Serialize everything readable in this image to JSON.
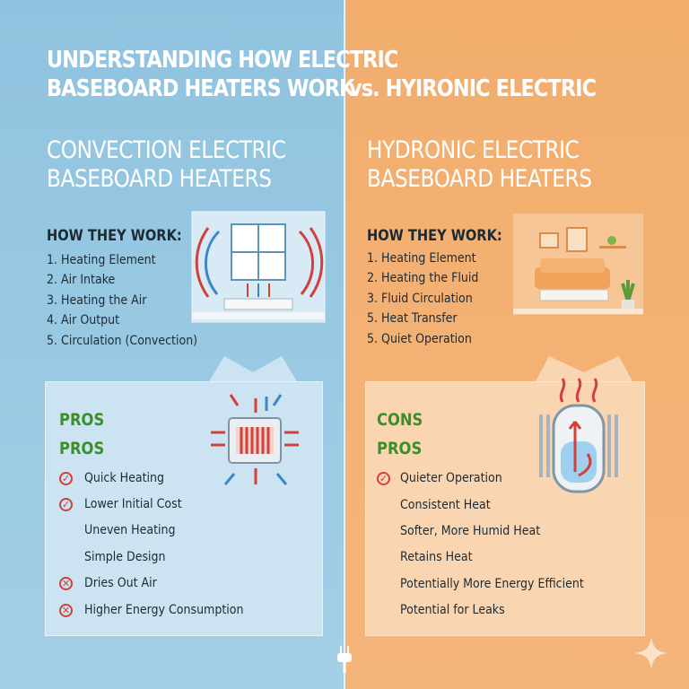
{
  "title": {
    "line1": "UNDERSTANDING HOW ELECTRIC",
    "line2": "BASEBOARD HEATERS WORK",
    "versus": "vs. HYIRONIC ELECTRIC"
  },
  "left": {
    "heading_line1": "CONVECTION ELECTRIC",
    "heading_line2": "BASEBOARD HEATERS",
    "how_label": "HOW THEY WORK:",
    "steps": [
      "1. Heating Element",
      "2. Air Intake",
      "3. Heating the Air",
      "4. Air Output",
      "5. Circulation (Convection)"
    ],
    "tag1": "PROS",
    "tag2": "PROS",
    "items": [
      {
        "text": "Quick Heating",
        "mark": "check"
      },
      {
        "text": "Lower Initial Cost",
        "mark": "check"
      },
      {
        "text": "Uneven Heating",
        "mark": "none"
      },
      {
        "text": "Simple Design",
        "mark": "none"
      },
      {
        "text": "Dries Out Air",
        "mark": "cross"
      },
      {
        "text": "Higher Energy Consumption",
        "mark": "cross"
      }
    ]
  },
  "right": {
    "heading_line1": "HYDRONIC ELECTRIC",
    "heading_line2": "BASEBOARD HEATERS",
    "how_label": "HOW THEY WORK:",
    "steps": [
      "1. Heating Element",
      "2. Heating the Fluid",
      "3. Fluid Circulation",
      "5. Heat Transfer",
      "5. Quiet Operation"
    ],
    "tag1": "CONS",
    "tag2": "PROS",
    "items": [
      {
        "text": "Quieter Operation",
        "mark": "check"
      },
      {
        "text": "Consistent Heat",
        "mark": "none"
      },
      {
        "text": "Softer, More Humid Heat",
        "mark": "none"
      },
      {
        "text": "Retains Heat",
        "mark": "none"
      },
      {
        "text": "Potentially More Energy Efficient",
        "mark": "none"
      },
      {
        "text": "Potential for Leaks",
        "mark": "none"
      }
    ]
  },
  "colors": {
    "left_bg": "#9ccbe4",
    "right_bg": "#f3b173",
    "pros_green": "#3b8e2a",
    "warm_red": "#d2403a",
    "cool_blue": "#3f86c9"
  },
  "icons": {
    "check": "check-circle-icon",
    "cross": "cross-circle-icon",
    "plug": "plug-icon",
    "sparkle": "sparkle-icon"
  }
}
